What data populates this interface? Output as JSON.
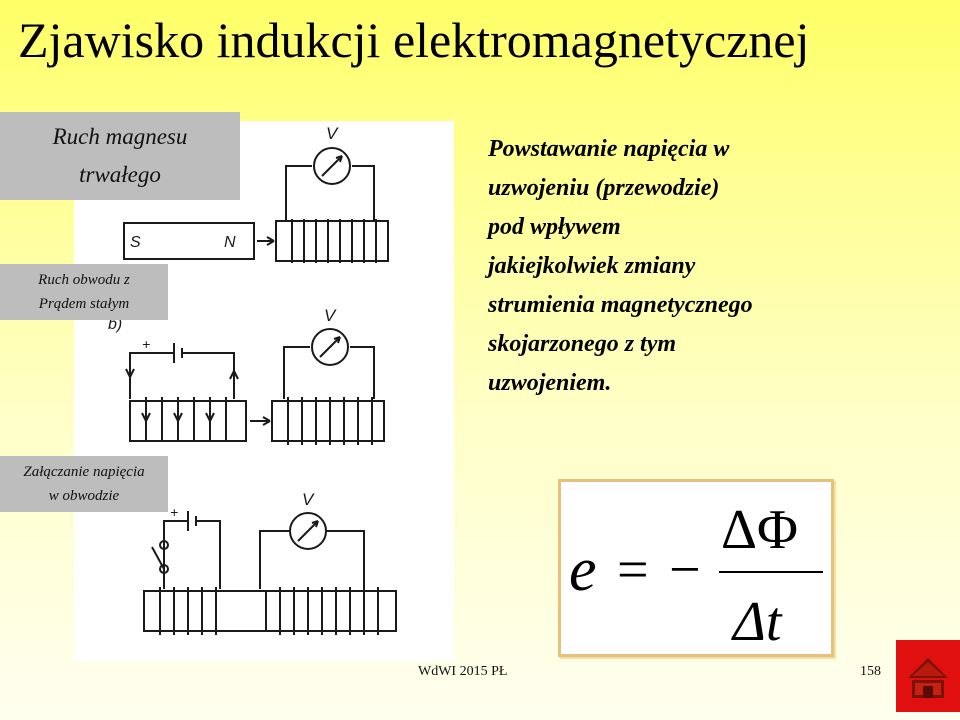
{
  "slide": {
    "title": "Zjawisko indukcji elektromagnetycznej",
    "labels": {
      "magnet_motion": [
        "Ruch magnesu",
        "trwałego"
      ],
      "circuit_motion": [
        "Ruch obwodu z",
        "Prądem stałym"
      ],
      "voltage_switching": [
        "Załączanie napięcia",
        "w obwodzie"
      ]
    },
    "description": [
      "Powstawanie napięcia w",
      "uzwojeniu (przewodzie)",
      "pod wpływem",
      "jakiejkolwiek  zmiany",
      "strumienia magnetycznego",
      "skojarzonego z tym",
      "uzwojeniem."
    ],
    "formula": {
      "lhs": "e",
      "equals": "=",
      "minus": "−",
      "numerator": "ΔΦ",
      "denominator": "Δt"
    },
    "diagram": {
      "voltmeter_label": "V",
      "magnet_south": "S",
      "magnet_north": "N",
      "plus": "+",
      "minus": "−",
      "part_marker": "b)"
    },
    "footer": {
      "left": "WdWI 2015 PŁ",
      "right": "158"
    }
  },
  "colors": {
    "button": "#e01010",
    "formula_border": "#e9c07a",
    "label_bg": "#bdbdbd"
  },
  "icons": {
    "home_button": "home-icon"
  }
}
